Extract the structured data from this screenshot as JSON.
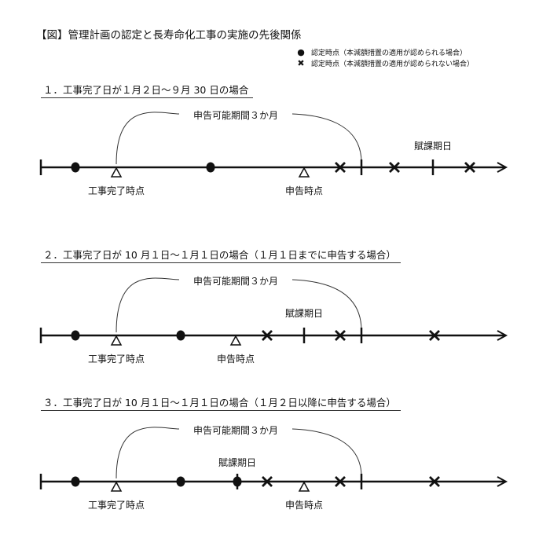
{
  "title": "【図】管理計画の認定と長寿命化工事の実施の先後関係",
  "legend": [
    {
      "symbol": "●",
      "icon": "filled-circle",
      "label": "認定時点（本減額措置の適用が認められる場合）"
    },
    {
      "symbol": "✖",
      "icon": "cross",
      "label": "認定時点（本減額措置の適用が認められない場合）"
    }
  ],
  "cases": [
    {
      "heading": "１．工事完了日が１月２日～９月 30 日の場合",
      "period_label": "申告可能期間３か月",
      "tax_date_label": "賦課期日",
      "completion_label": "工事完了時点",
      "report_label": "申告時点"
    },
    {
      "heading": "２．工事完了日が 10 月１日～１月１日の場合（１月１日までに申告する場合）",
      "period_label": "申告可能期間３か月",
      "tax_date_label": "賦課期日",
      "completion_label": "工事完了時点",
      "report_label": "申告時点"
    },
    {
      "heading": "３．工事完了日が 10 月１日～１月１日の場合（１月２日以降に申告する場合）",
      "period_label": "申告可能期間３か月",
      "tax_date_label": "賦課期日",
      "completion_label": "工事完了時点",
      "report_label": "申告時点"
    }
  ]
}
